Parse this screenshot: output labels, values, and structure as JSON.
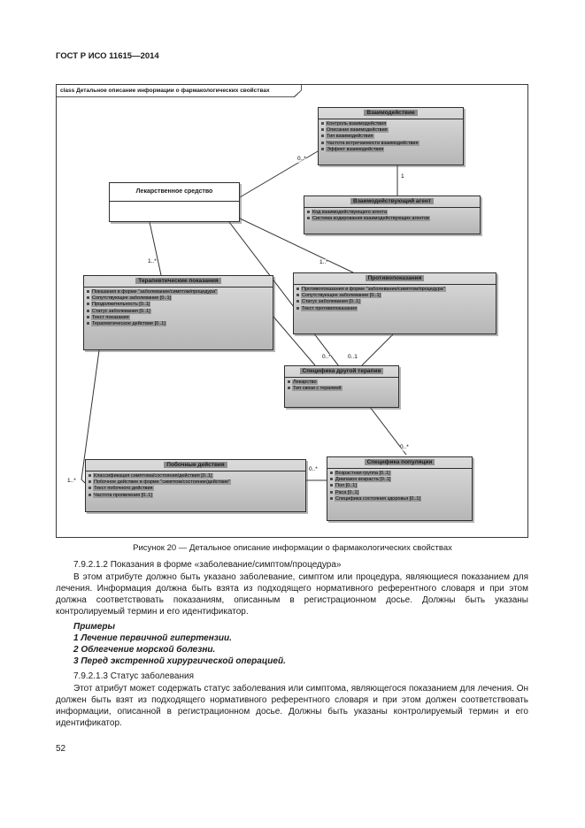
{
  "page": {
    "header": "ГОСТ Р ИСО 11615—2014",
    "page_number": "52"
  },
  "diagram": {
    "frame_label": "class Детальное описание информации о фармакологических свойствах",
    "caption": "Рисунок 20 — Детальное описание информации о фармакологических свойствах",
    "boxes": {
      "interaction": {
        "title": "Взаимодействие",
        "attrs": [
          "Контроль взаимодействия",
          "Описание взаимодействия",
          "Тип взаимодействия",
          "Частота встречаемости взаимодействия",
          "Эффект взаимодействия"
        ]
      },
      "drug": {
        "title": "Лекарственное средство"
      },
      "agent": {
        "title": "Взаимодействующий агент",
        "attrs": [
          "Код взаимодействующего агента",
          "Система кодирования взаимодействующих агентов"
        ]
      },
      "indications": {
        "title": "Терапевтические показания",
        "attrs": [
          "Показания в форме \"заболевание/симптом/процедура\"",
          "Сопутствующее заболевание [0..1]",
          "Продолжительность [0..1]",
          "Статус заболевания [0..1]",
          "Текст показания",
          "Терапевтическое действие [0..1]"
        ]
      },
      "contraindications": {
        "title": "Противопоказания",
        "attrs": [
          "Противопоказания в форме \"заболевание/симптом/процедура\"",
          "Сопутствующее заболевание [0..1]",
          "Статус заболевания [0..1]",
          "Текст противопоказания"
        ]
      },
      "other_therapy": {
        "title": "Специфика другой терапии",
        "attrs": [
          "Лекарство",
          "Тип связи с терапией"
        ]
      },
      "side_effects": {
        "title": "Побочные действия",
        "attrs": [
          "Классификация симптома/состояния/действия [0..1]",
          "Побочное действие в форме \"симптом/состояние/действие\"",
          "Текст побочного действия",
          "Частота проявления [0..1]"
        ]
      },
      "population": {
        "title": "Специфика популяции",
        "attrs": [
          "Возрастная группа [0..1]",
          "Диапазон возраста [0..1]",
          "Пол [0..1]",
          "Раса [0..1]",
          "Специфика состояния здоровья [0..1]"
        ]
      }
    },
    "multiplicities": {
      "drug_interaction": "0..*",
      "interaction_agent": "1",
      "drug_indications": "1..*",
      "drug_contraindications": "1..*",
      "indications_other_therapy": "0..*",
      "contra_other_therapy": "0..1",
      "drug_population": "0..*",
      "drug_side_effects": "1..*",
      "side_effects_population": "0..*"
    }
  },
  "body": {
    "s1_title": "7.9.2.1.2 Показания в форме «заболевание/симптом/процедура»",
    "s1_text": "В этом атрибуте должно быть указано заболевание, симптом или процедура, являющиеся показанием для лечения. Информация должна быть взята из подходящего нормативного референтного словаря и при этом должна соответствовать показаниям, описанным в регистрационном досье. Должны быть указаны контролируемый термин и его идентификатор.",
    "examples_title": "Примеры",
    "examples": [
      "1 Лечение первичной гипертензии.",
      "2 Облегчение морской болезни.",
      "3 Перед экстренной хирургической операцией."
    ],
    "s2_title": "7.9.2.1.3 Статус заболевания",
    "s2_text": "Этот атрибут может содержать статус заболевания или симптома, являющегося показанием для лечения. Он должен быть взят из подходящего нормативного референтного словаря и при этом должен соответствовать информации, описанной в регистрационном досье. Должны быть указаны контролируемый термин и его идентификатор."
  }
}
